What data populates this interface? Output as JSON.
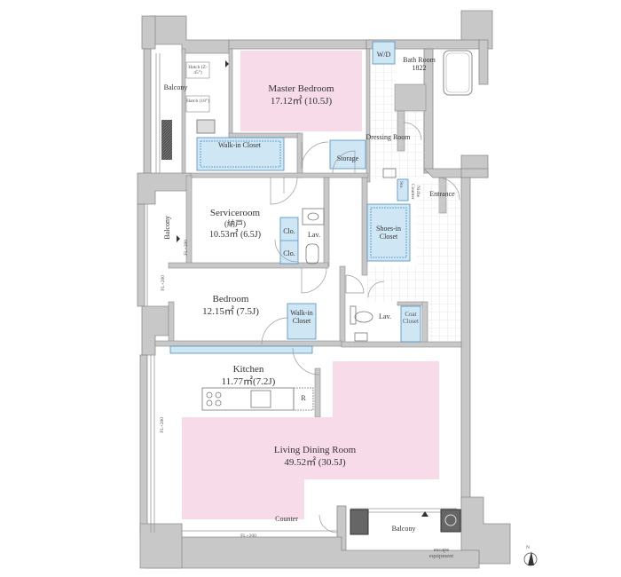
{
  "rooms": {
    "master_bedroom": {
      "name": "Master Bedroom",
      "area": "17.12㎡ (10.5J)"
    },
    "walkin_closet_1": {
      "name": "Walk-in Closet"
    },
    "storage": {
      "name": "Storage"
    },
    "wd": {
      "name": "W/D"
    },
    "bath_room": {
      "name": "Bath Room",
      "size": "1822"
    },
    "dressing_room": {
      "name": "Dressing Room"
    },
    "sto": {
      "name": "Sto."
    },
    "niche_counter": {
      "name": "Niche Counter"
    },
    "entrance": {
      "name": "Entrance"
    },
    "serviceroom": {
      "name": "Serviceroom",
      "sub": "(納戸)",
      "area": "10.53㎡ (6.5J)"
    },
    "clo_1": {
      "name": "Clo."
    },
    "clo_2": {
      "name": "Clo."
    },
    "lav_1": {
      "name": "Lav."
    },
    "shoes_closet": {
      "name": "Shoes-in Closet"
    },
    "bedroom": {
      "name": "Bedroom",
      "area": "12.15㎡ (7.5J)"
    },
    "walkin_closet_2": {
      "name": "Walk-in Closet"
    },
    "lav_2": {
      "name": "Lav."
    },
    "coat_closet": {
      "name": "Coat Closet"
    },
    "kitchen": {
      "name": "Kitchen",
      "area": "11.77㎡(7.2J)"
    },
    "refrigerator": {
      "name": "R"
    },
    "living": {
      "name": "Living Dining Room",
      "area": "49.52㎡ (30.5J)"
    },
    "counter": {
      "name": "Counter"
    },
    "balcony_top": {
      "name": "Balcony"
    },
    "balcony_mid": {
      "name": "Balcony"
    },
    "balcony_bottom": {
      "name": "Balcony"
    },
    "escape": {
      "name": "escape equipment"
    }
  },
  "marks": {
    "hatch_1": "Hatch (Z-45°)",
    "hatch_2": "Hatch (18°)",
    "fl_1": "FL+200",
    "fl_2": "FL+200",
    "fl_3": "FL+200",
    "fl_4": "FL+200",
    "north": "N"
  },
  "colors": {
    "wall": "#c8c8c8",
    "wall_line": "#8c8c8c",
    "pink": "#f7dbe8",
    "blue": "#cfe6f4",
    "blue_line": "#4f8fbf",
    "tile": "#d9d9d9"
  }
}
